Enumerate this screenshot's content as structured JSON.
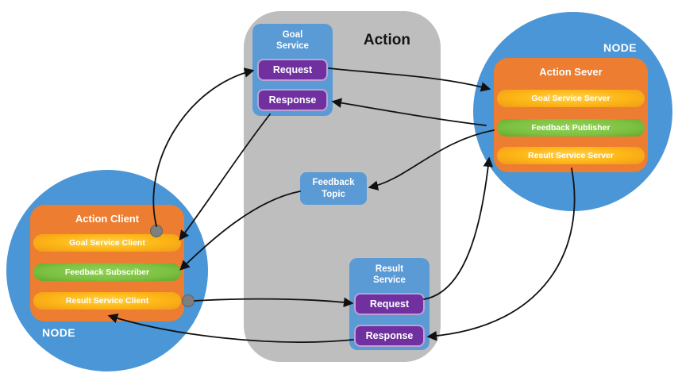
{
  "action": {
    "title": "Action"
  },
  "goal_service": {
    "title": "Goal Service",
    "request": "Request",
    "response": "Response"
  },
  "feedback_topic": {
    "title": "Feedback Topic"
  },
  "result_service": {
    "title": "Result Service",
    "request": "Request",
    "response": "Response"
  },
  "client_node": {
    "node_label": "NODE",
    "title": "Action Client",
    "items": [
      {
        "label": "Goal Service Client",
        "color": "#FDB515"
      },
      {
        "label": "Feedback Subscriber",
        "color": "#7CC142"
      },
      {
        "label": "Result Service Client",
        "color": "#FDB515"
      }
    ]
  },
  "server_node": {
    "node_label": "NODE",
    "title": "Action Sever",
    "items": [
      {
        "label": "Goal Service Server",
        "color": "#FDB515"
      },
      {
        "label": "Feedback Publisher",
        "color": "#7CC142"
      },
      {
        "label": "Result Service Server",
        "color": "#FDB515"
      }
    ]
  },
  "colors": {
    "node_circle": "#4A96D6",
    "service_box": "#5B9BD5",
    "button_purple": "#7030A0",
    "container_orange": "#ED7D31",
    "panel_gray": "#BEBEBE",
    "yellow_pill": "#FDB515",
    "green_pill": "#7CC142",
    "arrow": "#111111",
    "connector_dot": "#7F7F7F"
  }
}
